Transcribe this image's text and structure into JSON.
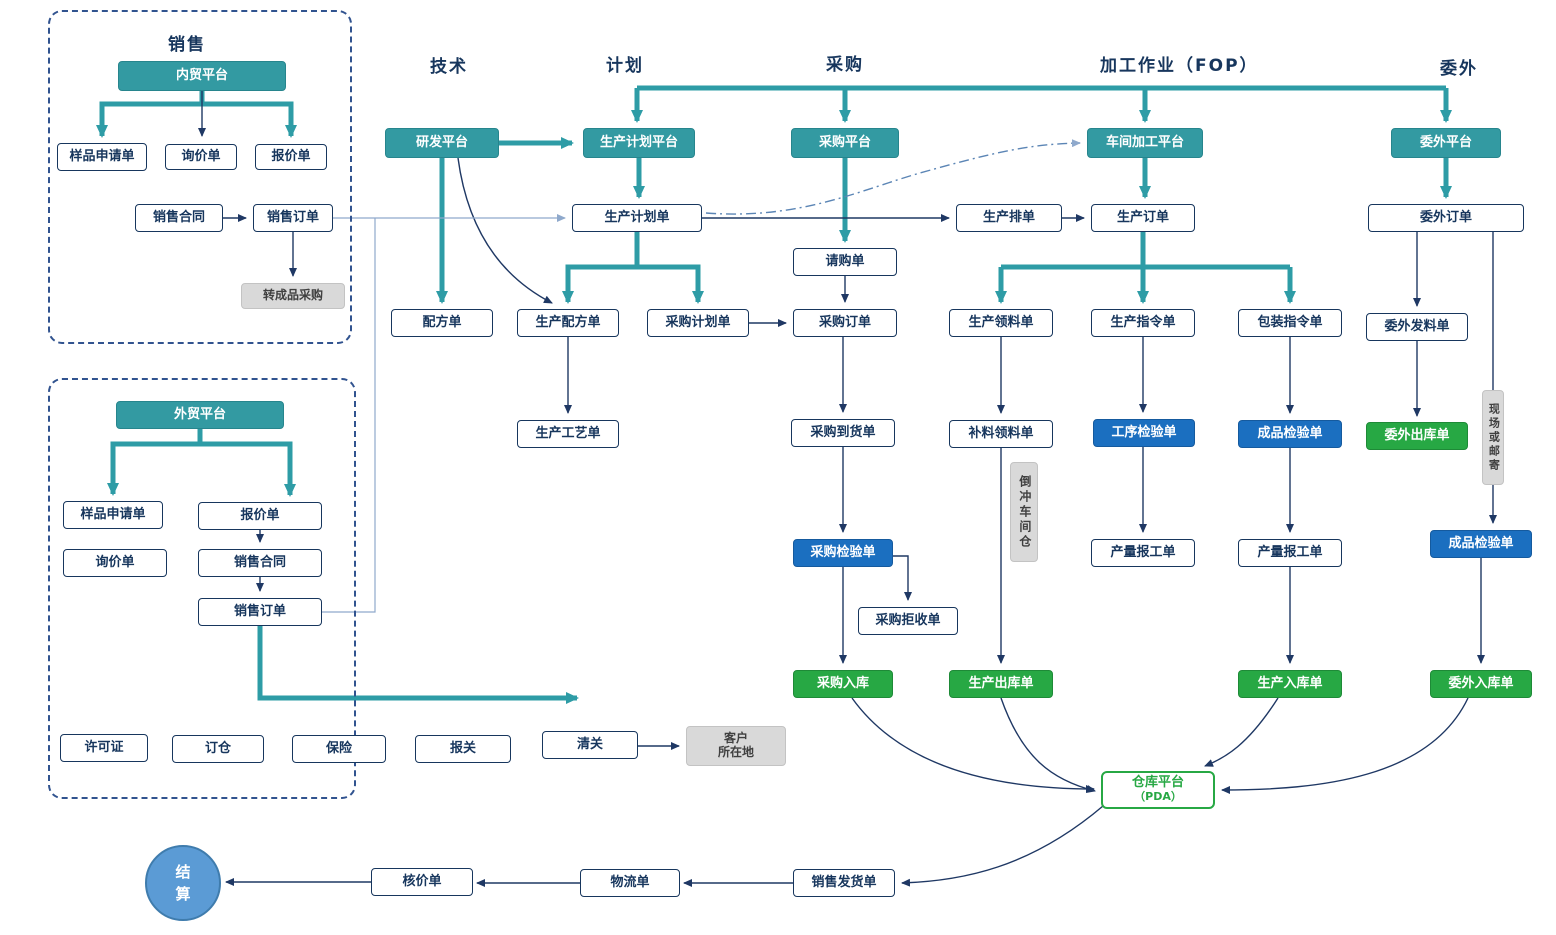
{
  "headers": {
    "sales": "销售",
    "tech": "技术",
    "plan": "计划",
    "purchase": "采购",
    "fop": "加工作业（FOP）",
    "outsource": "委外"
  },
  "colors": {
    "teal": "#339AA2",
    "navy": "#17365D",
    "inspect_blue": "#1B6FC0",
    "stock_green": "#27A844",
    "gray": "#D9D9D9",
    "light_line": "#8FA9CC",
    "settlement_blue": "#5B9BD5"
  },
  "nodes": {
    "domestic_platform": {
      "label": "内贸平台"
    },
    "d_sample_request": {
      "label": "样品申请单"
    },
    "d_inquiry": {
      "label": "询价单"
    },
    "d_quote": {
      "label": "报价单"
    },
    "d_contract": {
      "label": "销售合同"
    },
    "d_order": {
      "label": "销售订单"
    },
    "to_finished_purchase": {
      "label": "转成品采购"
    },
    "foreign_platform": {
      "label": "外贸平台"
    },
    "f_sample_request": {
      "label": "样品申请单"
    },
    "f_quote": {
      "label": "报价单"
    },
    "f_inquiry": {
      "label": "询价单"
    },
    "f_contract": {
      "label": "销售合同"
    },
    "f_order": {
      "label": "销售订单"
    },
    "license": {
      "label": "许可证"
    },
    "booking": {
      "label": "订仓"
    },
    "insurance": {
      "label": "保险"
    },
    "customs_declare": {
      "label": "报关"
    },
    "customs_clear": {
      "label": "清关"
    },
    "customer_location": {
      "line1": "客户",
      "line2": "所在地"
    },
    "rnd_platform": {
      "label": "研发平台"
    },
    "plan_platform": {
      "label": "生产计划平台"
    },
    "production_plan": {
      "label": "生产计划单"
    },
    "formula": {
      "label": "配方单"
    },
    "production_formula": {
      "label": "生产配方单"
    },
    "purchase_plan": {
      "label": "采购计划单"
    },
    "production_process": {
      "label": "生产工艺单"
    },
    "purchase_platform": {
      "label": "采购平台"
    },
    "purchase_request": {
      "label": "请购单"
    },
    "purchase_order": {
      "label": "采购订单"
    },
    "purchase_arrival": {
      "label": "采购到货单"
    },
    "purchase_inspect": {
      "label": "采购检验单"
    },
    "purchase_reject": {
      "label": "采购拒收单"
    },
    "purchase_in": {
      "label": "采购入库"
    },
    "production_schedule": {
      "label": "生产排单"
    },
    "workshop_platform": {
      "label": "车间加工平台"
    },
    "production_order": {
      "label": "生产订单"
    },
    "production_picking": {
      "label": "生产领料单"
    },
    "production_instruction": {
      "label": "生产指令单"
    },
    "packing_instruction": {
      "label": "包装指令单"
    },
    "supplement_picking": {
      "label": "补料领料单"
    },
    "backflush_label": {
      "label": "倒冲车间仓"
    },
    "process_inspect": {
      "label": "工序检验单"
    },
    "finished_inspect_fop": {
      "label": "成品检验单"
    },
    "output_report_1": {
      "label": "产量报工单"
    },
    "output_report_2": {
      "label": "产量报工单"
    },
    "production_out": {
      "label": "生产出库单"
    },
    "production_in": {
      "label": "生产入库单"
    },
    "outsource_platform": {
      "label": "委外平台"
    },
    "outsource_order": {
      "label": "委外订单"
    },
    "outsource_issue": {
      "label": "委外发料单"
    },
    "outsource_out": {
      "label": "委外出库单"
    },
    "onsite_mail_label": {
      "label": "现场或邮寄"
    },
    "finished_inspect_os": {
      "label": "成品检验单"
    },
    "outsource_in": {
      "label": "委外入库单"
    },
    "warehouse_platform": {
      "line1": "仓库平台",
      "line2": "（PDA）"
    },
    "sales_delivery": {
      "label": "销售发货单"
    },
    "logistics": {
      "label": "物流单"
    },
    "price_check": {
      "label": "核价单"
    },
    "settlement": {
      "line1": "结",
      "line2": "算"
    }
  }
}
